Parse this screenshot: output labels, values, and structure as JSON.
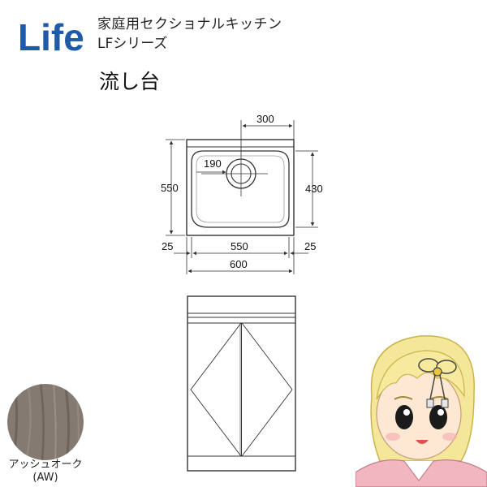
{
  "header": {
    "brand": "Life",
    "series_title": "家庭用セクショナルキッチン",
    "series_sub": "LFシリーズ",
    "product_name": "流し台"
  },
  "plan_dims": {
    "drain_width": "300",
    "drain_offset": "190",
    "depth": "550",
    "bowl_depth": "430",
    "side_left": "25",
    "bowl_width": "550",
    "side_right": "25",
    "total_width": "600"
  },
  "swatch": {
    "label_line1": "アッシュオーク",
    "label_line2": "(AW)",
    "color": "#857a72"
  },
  "colors": {
    "brand_blue": "#1f5aa6",
    "line": "#333333"
  }
}
